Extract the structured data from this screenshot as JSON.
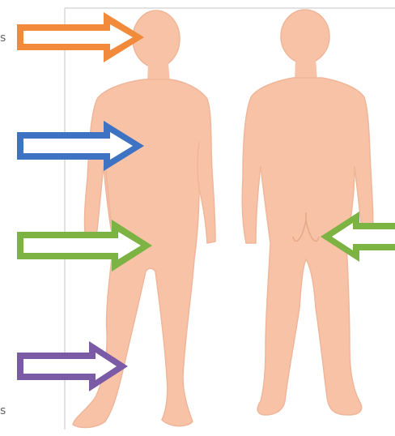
{
  "colors": {
    "skin": "#f7c2a6",
    "outline": "#f0b69a",
    "frame": "#d9d9d9",
    "arrow_orange": "#f28a3c",
    "arrow_blue": "#3d73c2",
    "arrow_green": "#7cb342",
    "arrow_purple": "#7b5aa6"
  },
  "left_edge_glyphs": {
    "top": "s",
    "bottom": "s"
  },
  "icons": {
    "front": "human-body-front-icon",
    "back": "human-body-back-icon"
  },
  "arrows": [
    {
      "name": "head-arrow",
      "color": "orange",
      "direction": "right",
      "target": "front-head"
    },
    {
      "name": "chest-arrow",
      "color": "blue",
      "direction": "right",
      "target": "front-chest"
    },
    {
      "name": "hip-arrow",
      "color": "green",
      "direction": "right",
      "target": "front-hip"
    },
    {
      "name": "buttock-arrow",
      "color": "green",
      "direction": "left",
      "target": "back-buttock"
    },
    {
      "name": "leg-arrow",
      "color": "purple",
      "direction": "right",
      "target": "front-lower-leg"
    }
  ]
}
